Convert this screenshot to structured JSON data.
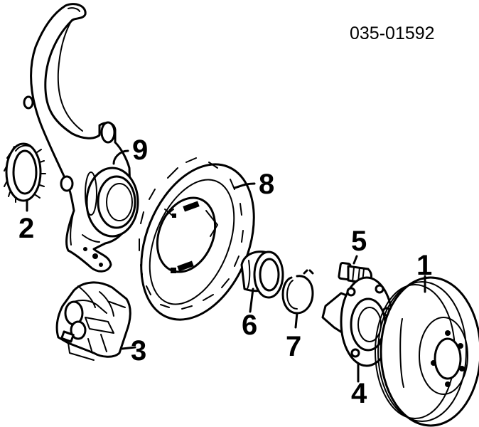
{
  "part_code": "035-01592",
  "callouts": {
    "c1": "1",
    "c2": "2",
    "c3": "3",
    "c4": "4",
    "c5": "5",
    "c6": "6",
    "c7": "7",
    "c8": "8",
    "c9": "9"
  }
}
